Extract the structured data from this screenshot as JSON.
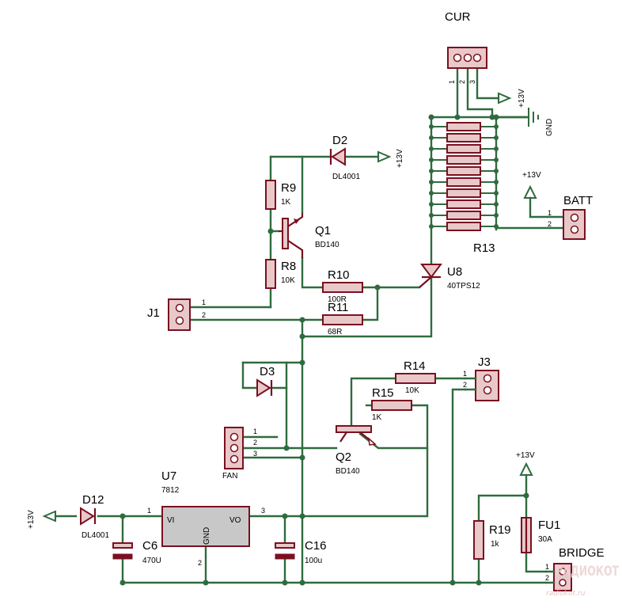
{
  "diagram": {
    "connectors": {
      "cur": {
        "ref": "CUR",
        "pins": [
          "1",
          "2",
          "3"
        ]
      },
      "batt": {
        "ref": "BATT",
        "pins": [
          "1",
          "2"
        ]
      },
      "j1": {
        "ref": "J1",
        "pins": [
          "1",
          "2"
        ]
      },
      "j3": {
        "ref": "J3",
        "pins": [
          "1",
          "2"
        ]
      },
      "fan": {
        "ref": "FAN",
        "pins": [
          "1",
          "2",
          "3"
        ]
      },
      "bridge": {
        "ref": "BRIDGE",
        "pins": [
          "1",
          "2"
        ]
      }
    },
    "resistors": {
      "r8": {
        "ref": "R8",
        "value": "10K"
      },
      "r9": {
        "ref": "R9",
        "value": "1K"
      },
      "r10": {
        "ref": "R10",
        "value": "100R"
      },
      "r11": {
        "ref": "R11",
        "value": "68R"
      },
      "r13": {
        "ref": "R13"
      },
      "r14": {
        "ref": "R14",
        "value": "10K"
      },
      "r15": {
        "ref": "R15",
        "value": "1K"
      },
      "r19": {
        "ref": "R19",
        "value": "1k"
      }
    },
    "diodes": {
      "d2": {
        "ref": "D2",
        "value": "DL4001"
      },
      "d3": {
        "ref": "D3"
      },
      "d12": {
        "ref": "D12",
        "value": "DL4001"
      }
    },
    "transistors": {
      "q1": {
        "ref": "Q1",
        "value": "BD140"
      },
      "q2": {
        "ref": "Q2",
        "value": "BD140"
      }
    },
    "thyristor": {
      "ref": "U8",
      "value": "40TPS12"
    },
    "regulator": {
      "ref": "U7",
      "value": "7812",
      "pin_vi": "VI",
      "pin_vo": "VO",
      "pin_gnd": "GND",
      "pin1": "1",
      "pin2": "2",
      "pin3": "3"
    },
    "capacitors": {
      "c6": {
        "ref": "C6",
        "value": "470U"
      },
      "c16": {
        "ref": "C16",
        "value": "100u"
      }
    },
    "fuse": {
      "ref": "FU1",
      "value": "30A"
    },
    "power_labels": {
      "vcc": "+13V",
      "gnd": "GND"
    },
    "watermark": {
      "logo": "РАДИОКОТ",
      "url": "radiokot.ru"
    },
    "colors": {
      "wire": "#2f6b3f",
      "component": "#7a1020",
      "component_fill": "#e8c8c8"
    }
  }
}
